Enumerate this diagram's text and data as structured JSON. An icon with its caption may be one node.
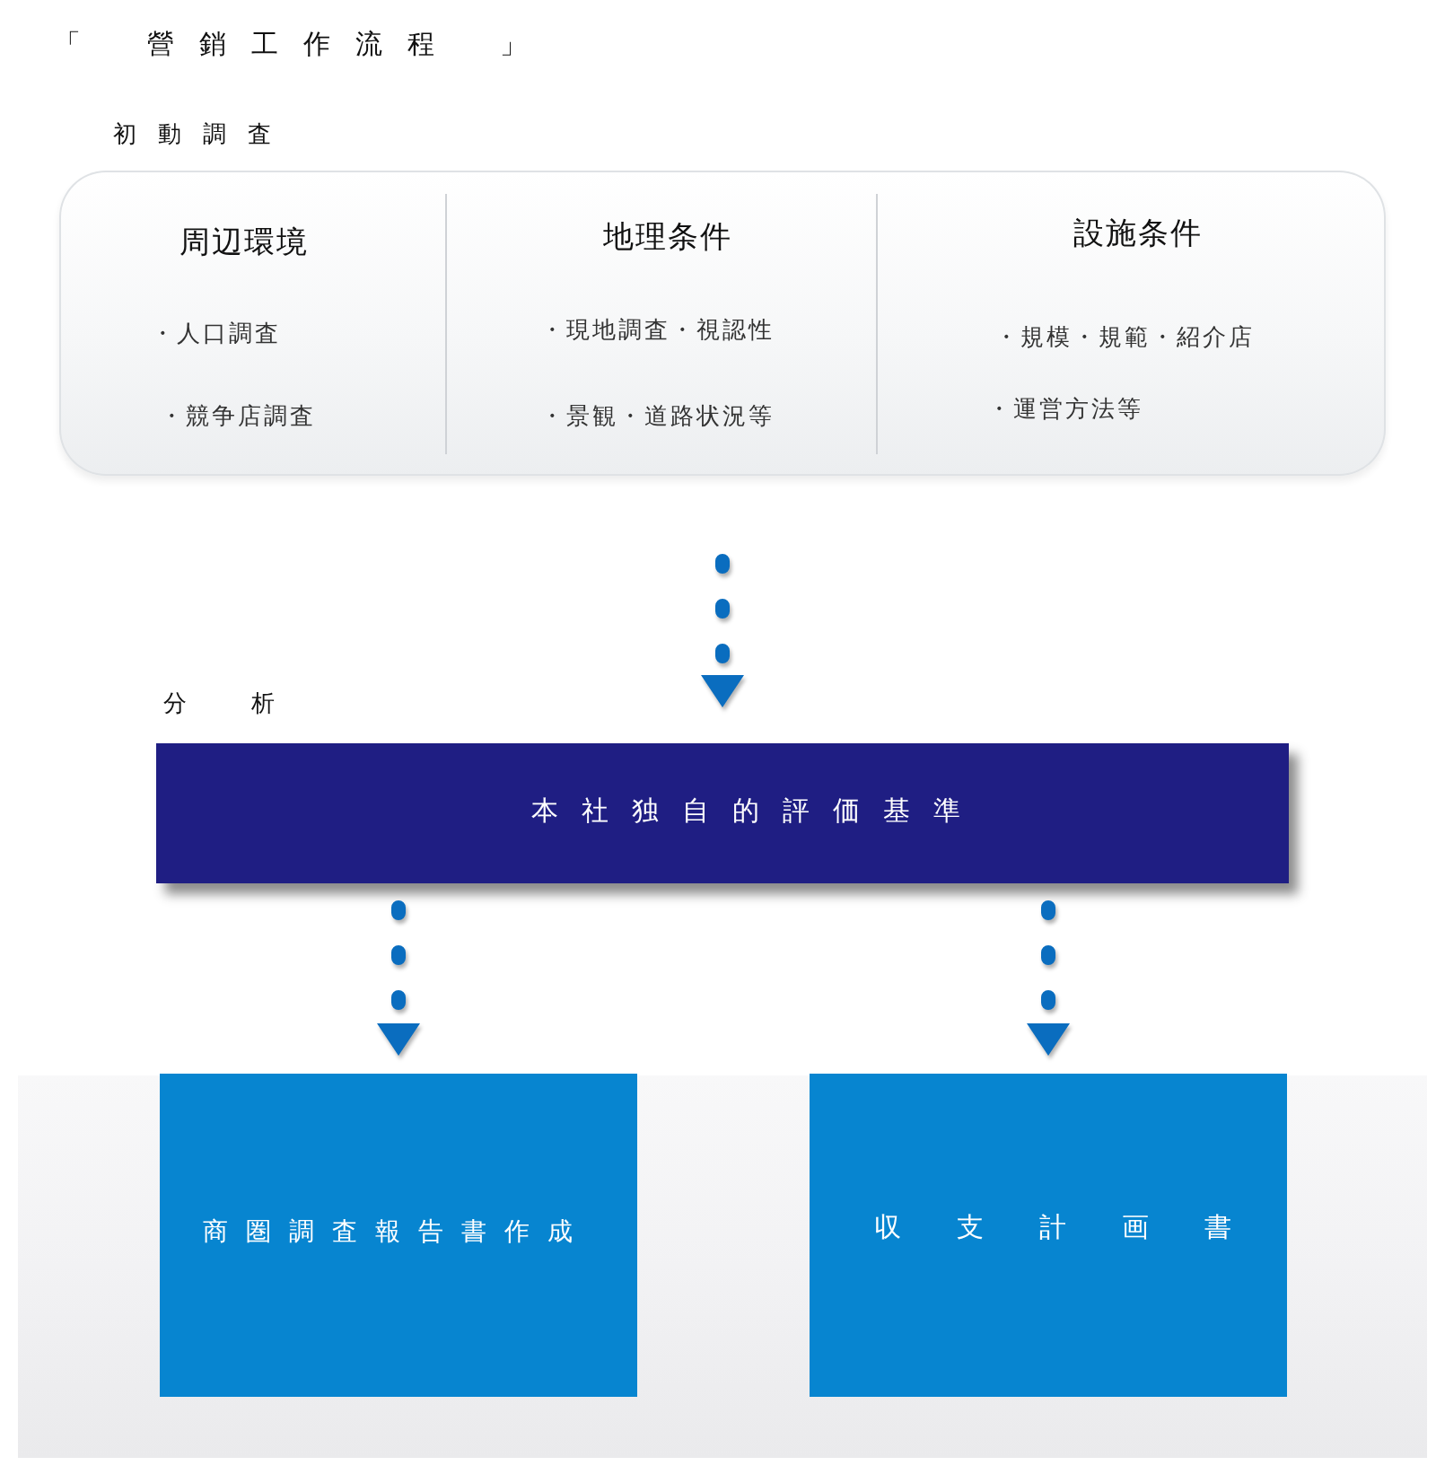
{
  "diagram": {
    "title": "「 營銷工作流程 」",
    "nodes": [
      {
        "text": [
          "初動調査"
        ]
      },
      {
        "text": [
          "周辺環境",
          "・人口調査",
          "・競争店調査"
        ],
        "in": 0
      },
      {
        "text": [
          "地理条件",
          "・現地調査・視認性",
          "・景観・道路状況等"
        ],
        "in": 0
      },
      {
        "text": [
          "設施条件",
          "・規模・規範・紹介店",
          "・運営方法等"
        ],
        "in": 0
      },
      {
        "text": [
          "分析",
          "本社独自的評価基準"
        ]
      },
      {
        "text": [
          "商圏調査報告書作成"
        ]
      },
      {
        "text": [
          "収支計画書"
        ]
      }
    ],
    "edges": [
      {
        "from": 0,
        "to": 4,
        "arrow": "to",
        "style": "dashed"
      },
      {
        "from": 4,
        "to": 5,
        "arrow": "to",
        "style": "dashed"
      },
      {
        "from": 4,
        "to": 6,
        "arrow": "to",
        "style": "dashed"
      }
    ]
  }
}
